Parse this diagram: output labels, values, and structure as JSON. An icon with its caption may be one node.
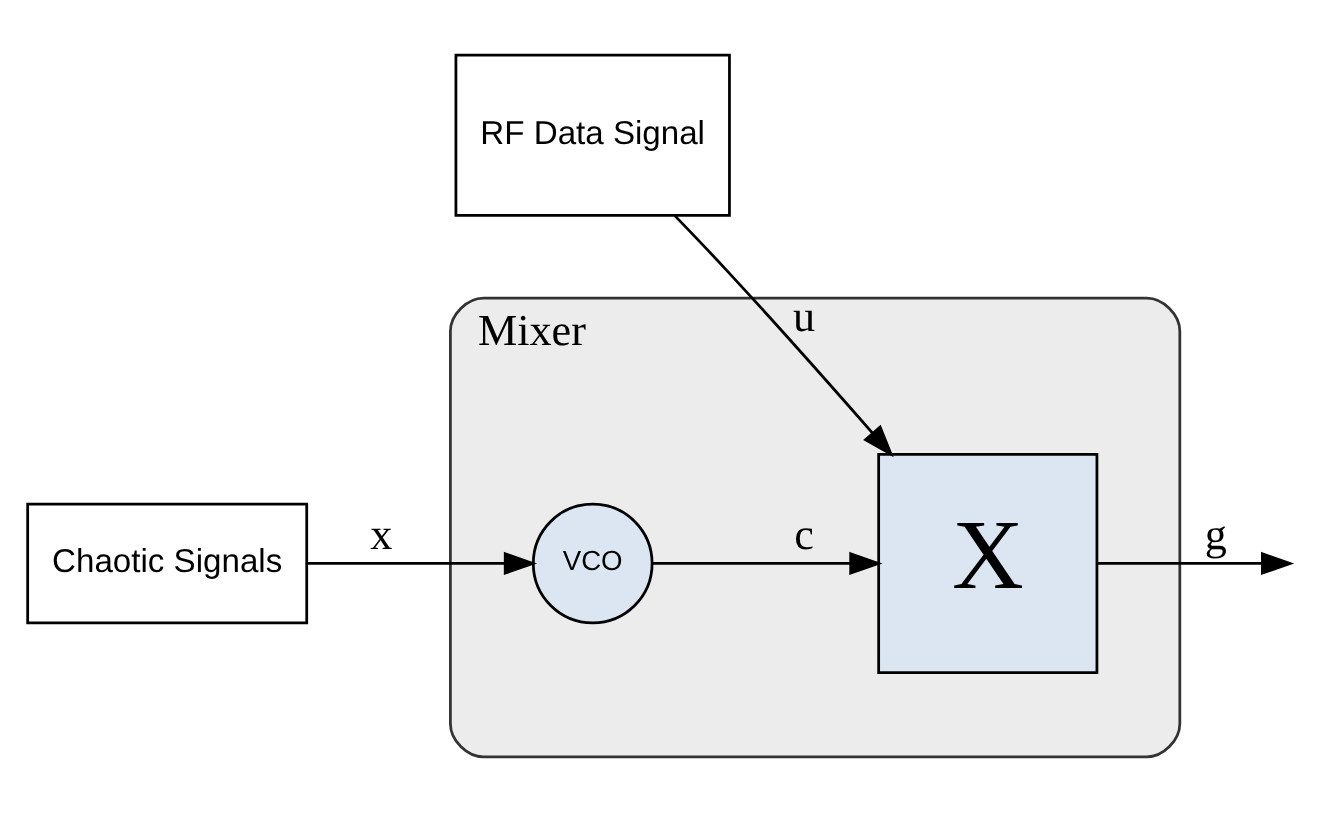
{
  "diagram": {
    "nodes": [
      {
        "text": [
          "RF Data Signal"
        ]
      },
      {
        "text": [
          "Mixer"
        ]
      },
      {
        "text": [
          "Chaotic Signals"
        ]
      },
      {
        "text": [
          "VCO"
        ],
        "in": 1
      },
      {
        "text": [
          "X"
        ],
        "in": 1
      }
    ],
    "edges": [
      {
        "from": 2,
        "to": 3,
        "arrow": "to",
        "label": "x"
      },
      {
        "from": 3,
        "to": 4,
        "arrow": "to",
        "label": "c"
      },
      {
        "from": 0,
        "to": 4,
        "arrow": "to",
        "label": "u"
      },
      {
        "from": 4,
        "to": null,
        "arrow": "to",
        "label": "g"
      }
    ]
  }
}
